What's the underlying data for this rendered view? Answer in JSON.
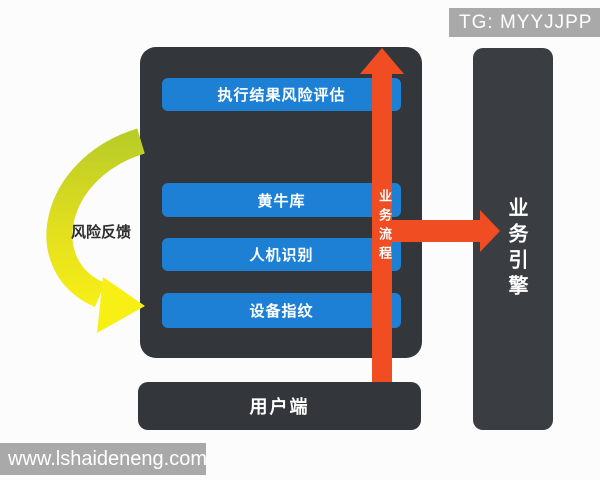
{
  "watermarks": {
    "top": "TG: MYYJJPP",
    "bottom": "www.lshaideneng.com"
  },
  "diagram": {
    "risk_panel": {
      "modules": [
        {
          "label": "执行结果风险评估"
        },
        {
          "label": "黄牛库"
        },
        {
          "label": "人机识别"
        },
        {
          "label": "设备指纹"
        }
      ]
    },
    "client_node": {
      "label": "用户端"
    },
    "engine_node": {
      "label": "业务引擎"
    },
    "flow_arrow": {
      "label": "业务流程",
      "direction": "up-and-right"
    },
    "feedback_arrow": {
      "label": "风险反馈",
      "direction": "curved-down"
    },
    "colors": {
      "panel_dark": "#33373b",
      "module_blue": "#1d80d4",
      "flow_orange": "#f14d22",
      "feedback_yellow_start": "#b9cc27",
      "feedback_yellow_end": "#f8f015",
      "watermark_gray": "#a9a9a9",
      "background": "#fcfcfc"
    }
  }
}
